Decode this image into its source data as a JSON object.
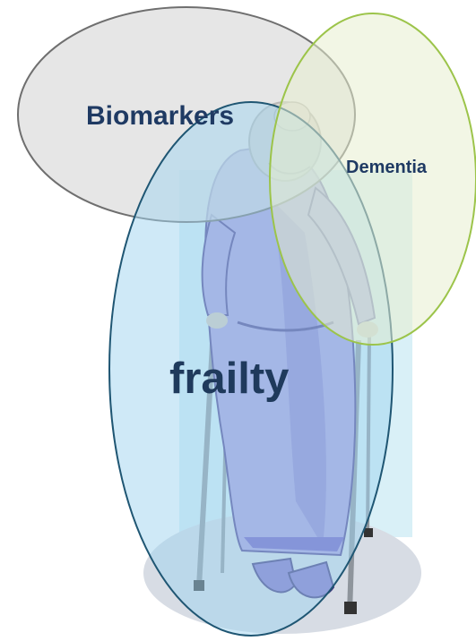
{
  "diagram": {
    "circles": [
      {
        "id": "biomarkers",
        "label": "Biomarkers",
        "fill": "#dcdcdc",
        "stroke": "#6f6f6f"
      },
      {
        "id": "frailty",
        "label": "frailty",
        "fill": "#9fd3ef",
        "stroke": "#1f5673"
      },
      {
        "id": "dementia",
        "label": "Dementia",
        "fill": "#e8efcf",
        "stroke": "#9cc44a"
      }
    ],
    "illustration": "elderly-person-with-walker-clipart"
  },
  "colors": {
    "label_text": "#1f3a63",
    "robe": "#a99bdc",
    "robe_shadow": "#7f6cc7",
    "hair": "#c8c3b8",
    "skin": "#d7c9ba",
    "walker": "#8e959c",
    "backdrop": "#b9e3f1",
    "floor": "#d7dce4"
  }
}
